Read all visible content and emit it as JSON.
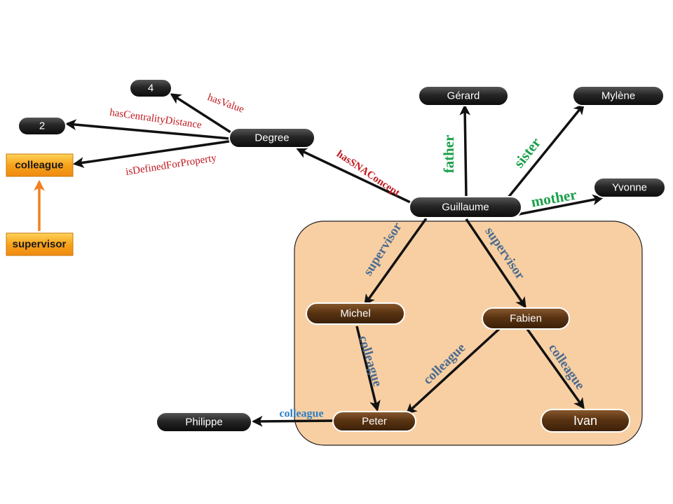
{
  "nodes": {
    "n4": "4",
    "n2": "2",
    "degree": "Degree",
    "gerard": "Gérard",
    "mylene": "Mylène",
    "yvonne": "Yvonne",
    "guillaume": "Guillaume",
    "michel": "Michel",
    "fabien": "Fabien",
    "peter": "Peter",
    "ivan": "Ivan",
    "philippe": "Philippe"
  },
  "property_boxes": {
    "colleague": "colleague",
    "supervisor": "supervisor"
  },
  "edge_labels": {
    "hasValue": "hasValue",
    "hasCentralityDistance": "hasCentralityDistance",
    "isDefinedForProperty": "isDefinedForProperty",
    "hasSNAConcept": "hasSNAConcept",
    "father": "father",
    "sister": "sister",
    "mother": "mother",
    "supervisor_michel": "supervisor",
    "supervisor_fabien": "supervisor",
    "colleague_michel_peter": "colleague",
    "colleague_fabien_peter": "colleague",
    "colleague_fabien_ivan": "colleague",
    "colleague_peter_philippe": "colleague"
  },
  "colors": {
    "dark_node": "#222222",
    "brown_node": "#5a3412",
    "orange_box": "#f7a21b",
    "group_fill": "#f8cfa3",
    "label_red": "#c0191f",
    "label_green": "#1aa04a",
    "label_steel": "#4a6b8f",
    "label_blue": "#2c7fc4"
  }
}
